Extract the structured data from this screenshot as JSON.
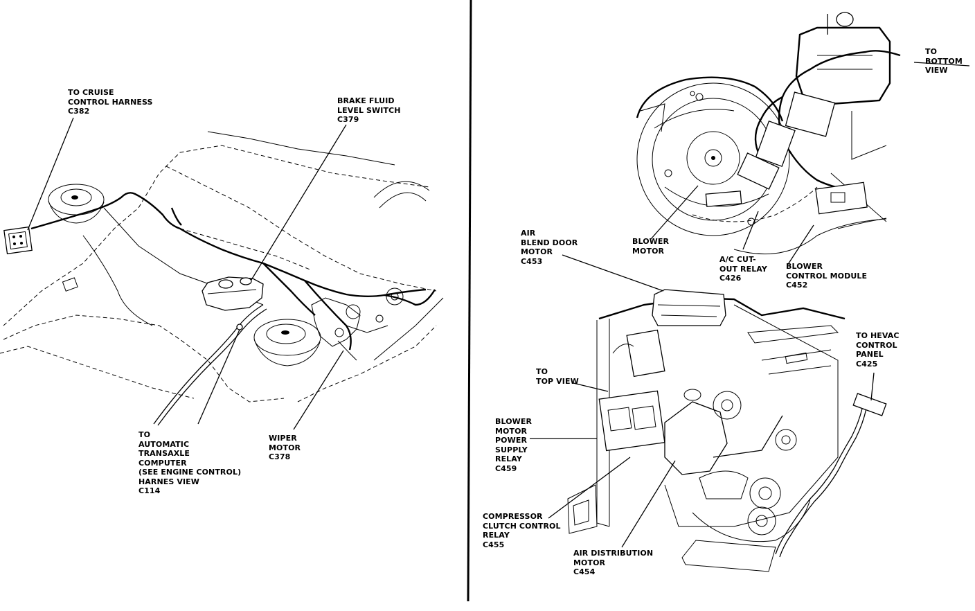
{
  "left_view": {
    "cruise": [
      "TO CRUISE",
      "CONTROL HARNESS",
      "C382"
    ],
    "brake": [
      "BRAKE FLUID",
      "LEVEL SWITCH",
      "C379"
    ],
    "transaxle": [
      "TO",
      "AUTOMATIC",
      "TRANSAXLE",
      "COMPUTER",
      "(SEE ENGINE CONTROL)",
      "HARNES VIEW",
      "C114"
    ],
    "wiper": [
      "WIPER",
      "MOTOR",
      "C378"
    ]
  },
  "right_view": {
    "to_bottom": [
      "TO",
      "BOTTOM",
      "VIEW"
    ],
    "air_blend": [
      "AIR",
      "BLEND DOOR",
      "MOTOR",
      "C453"
    ],
    "blower_motor": [
      "BLOWER",
      "MOTOR"
    ],
    "ac_cutout": [
      "A/C CUT-",
      "OUT RELAY",
      "C426"
    ],
    "blower_module": [
      "BLOWER",
      "CONTROL MODULE",
      "C452"
    ],
    "hevac": [
      "TO HEVAC",
      "CONTROL",
      "PANEL",
      "C425"
    ],
    "to_top": [
      "TO",
      "TOP VIEW"
    ],
    "power_relay": [
      "BLOWER",
      "MOTOR",
      "POWER",
      "SUPPLY",
      "RELAY",
      "C459"
    ],
    "compressor": [
      "COMPRESSOR",
      "CLUTCH CONTROL",
      "RELAY",
      "C455"
    ],
    "air_dist": [
      "AIR DISTRIBUTION",
      "MOTOR",
      "C454"
    ]
  }
}
